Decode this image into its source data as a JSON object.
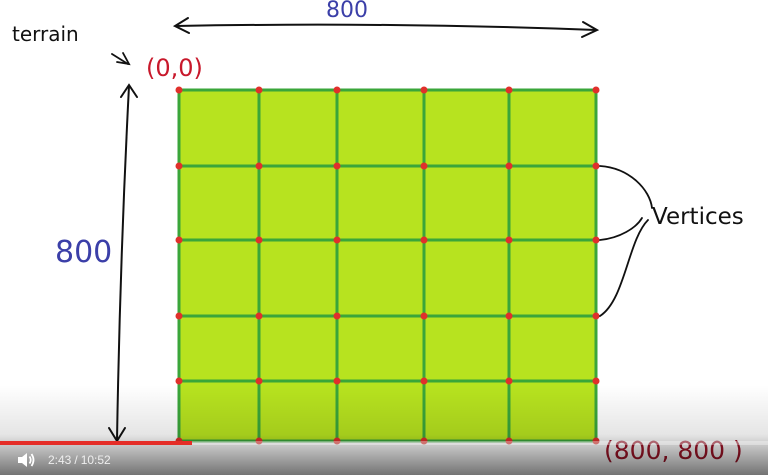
{
  "drawing": {
    "terrain_label": "terrain",
    "top_width_label": "800",
    "left_height_label": "800",
    "origin_label": "(0,0)",
    "corner_label": "(800, 800 )",
    "vertices_label": "Vertices",
    "colors": {
      "grid_fill": "#b7e31f",
      "grid_line": "#3aa63a",
      "vertex": "#e0302b",
      "dimension_text": "#3b3fa8",
      "coordinate_text": "#c8182b",
      "ink": "#111111"
    },
    "grid": {
      "columns": 5,
      "rows": 5
    }
  },
  "player": {
    "current_time": "2:43",
    "separator": "/",
    "duration": "10:52",
    "progress_fraction": 0.25,
    "volume_icon": "volume-icon"
  }
}
